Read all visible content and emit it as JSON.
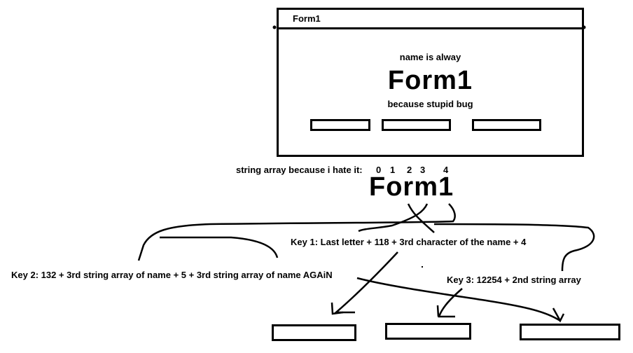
{
  "window": {
    "title": "Form1",
    "line1": "name is alway",
    "big_name": "Form1",
    "line3": "because stupid bug"
  },
  "string_array": {
    "label": "string array because i hate it:",
    "indices": [
      "0",
      "1",
      "2",
      "3",
      "4"
    ],
    "name": "Form1"
  },
  "keys": {
    "key1": "Key 1: Last letter + 118 + 3rd character of the name + 4",
    "key2": "Key 2: 132 + 3rd string array of name + 5 + 3rd string array of name AGAiN",
    "key3": "Key 3: 12254 + 2nd string array"
  }
}
